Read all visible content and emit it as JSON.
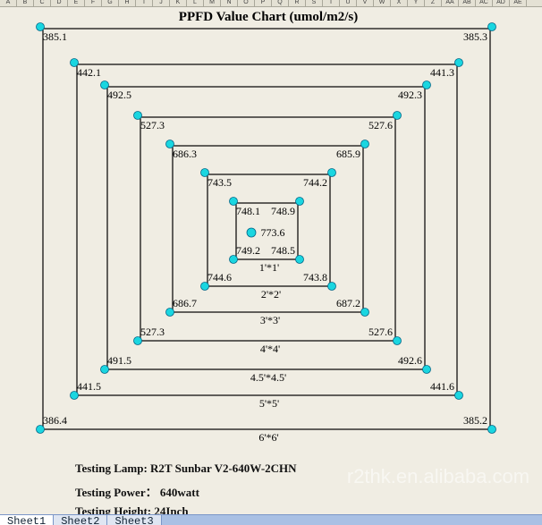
{
  "column_headers": [
    "A",
    "B",
    "C",
    "D",
    "E",
    "F",
    "G",
    "H",
    "I",
    "J",
    "K",
    "L",
    "M",
    "N",
    "O",
    "P",
    "Q",
    "R",
    "S",
    "T",
    "U",
    "V",
    "W",
    "X",
    "Y",
    "Z",
    "AA",
    "AB",
    "AC",
    "AD",
    "AE"
  ],
  "chart_data": {
    "type": "diagram",
    "title": "PPFD Value Chart (umol/m2/s)",
    "center_value": "773.6",
    "rings": [
      {
        "label": "6'*6'",
        "tl": "385.1",
        "tr": "385.3",
        "bl": "386.4",
        "br": "385.2"
      },
      {
        "label": "5'*5'",
        "tl": "442.1",
        "tr": "441.3",
        "bl": "441.5",
        "br": "441.6"
      },
      {
        "label": "4.5'*4.5'",
        "tl": "492.5",
        "tr": "492.3",
        "bl": "491.5",
        "br": "492.6"
      },
      {
        "label": "4'*4'",
        "tl": "527.3",
        "tr": "527.6",
        "bl": "527.3",
        "br": "527.6"
      },
      {
        "label": "3'*3'",
        "tl": "686.3",
        "tr": "685.9",
        "bl": "686.7",
        "br": "687.2"
      },
      {
        "label": "2'*2'",
        "tl": "743.5",
        "tr": "744.2",
        "bl": "744.6",
        "br": "743.8"
      },
      {
        "label": "1'*1'",
        "tl": "748.1",
        "tr": "748.9",
        "bl": "749.2",
        "br": "748.5"
      }
    ],
    "marker_color": "#1ad6e0"
  },
  "info": {
    "lamp": "Testing Lamp: R2T Sunbar V2-640W-2CHN",
    "power": "Testing Power：  640watt",
    "height": "Testing Height: 24Inch"
  },
  "watermark": "r2thk.en.alibaba.com",
  "tabs": [
    "Sheet1",
    "Sheet2",
    "Sheet3"
  ]
}
